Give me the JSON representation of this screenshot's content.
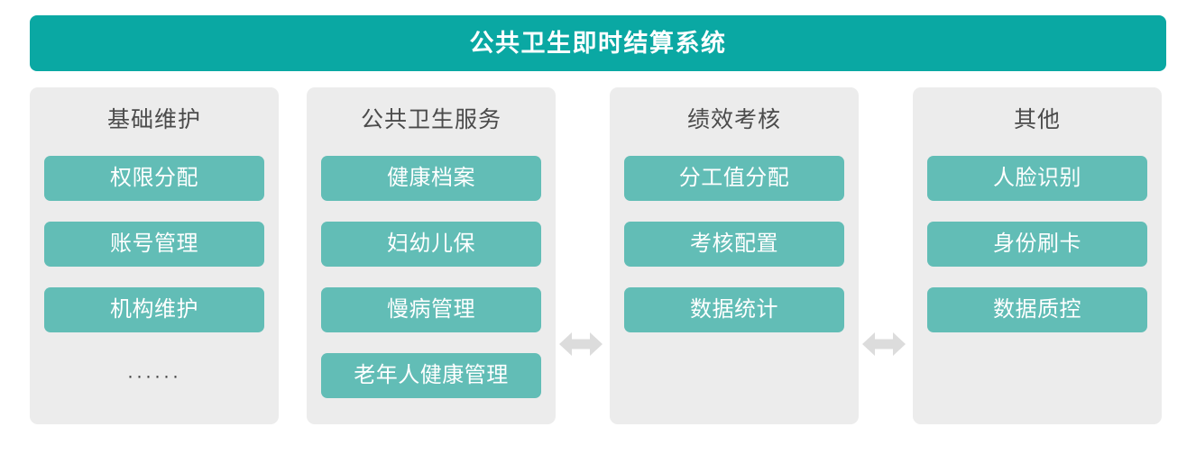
{
  "header": {
    "title": "公共卫生即时结算系统",
    "background_color": "#0aa8a3",
    "text_color": "#ffffff"
  },
  "theme": {
    "panel_background": "#ececec",
    "pill_background": "#62bdb6",
    "pill_text_color": "#ffffff",
    "title_text_color": "#4b4b4b",
    "arrow_color": "#dcdcdc",
    "page_background": "#ffffff"
  },
  "columns": [
    {
      "title": "基础维护",
      "items": [
        {
          "label": "权限分配"
        },
        {
          "label": "账号管理"
        },
        {
          "label": "机构维护"
        }
      ],
      "ellipsis": "······",
      "has_ellipsis": true
    },
    {
      "title": "公共卫生服务",
      "items": [
        {
          "label": "健康档案"
        },
        {
          "label": "妇幼儿保"
        },
        {
          "label": "慢病管理"
        },
        {
          "label": "老年人健康管理"
        }
      ],
      "has_ellipsis": false
    },
    {
      "title": "绩效考核",
      "items": [
        {
          "label": "分工值分配"
        },
        {
          "label": "考核配置"
        },
        {
          "label": "数据统计"
        }
      ],
      "has_ellipsis": false
    },
    {
      "title": "其他",
      "items": [
        {
          "label": "人脸识别"
        },
        {
          "label": "身份刷卡"
        },
        {
          "label": "数据质控"
        }
      ],
      "has_ellipsis": false
    }
  ],
  "connectors": [
    {
      "icon": "double-arrow-horizontal-icon",
      "between": [
        "公共卫生服务",
        "绩效考核"
      ]
    },
    {
      "icon": "double-arrow-horizontal-icon",
      "between": [
        "绩效考核",
        "其他"
      ]
    }
  ]
}
